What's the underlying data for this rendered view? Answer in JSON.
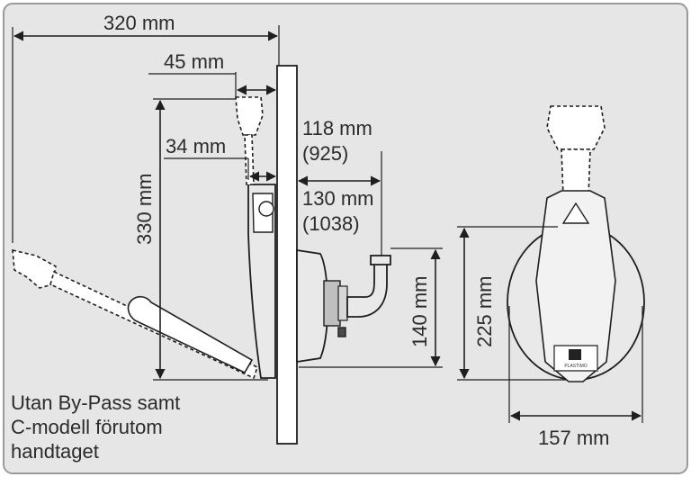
{
  "dimensions": {
    "overall_width": "320 mm",
    "handle_offset": "45 mm",
    "handle_gap": "34 mm",
    "height": "330 mm",
    "depth_925_mm": "118 mm",
    "depth_925_model": "(925)",
    "depth_1038_mm": "130 mm",
    "depth_1038_model": "(1038)",
    "outlet_height": "140 mm",
    "front_height": "225 mm",
    "front_width": "157 mm"
  },
  "note": {
    "line1": "Utan By-Pass samt",
    "line2": "C-modell förutom",
    "line3": "handtaget"
  },
  "logo": {
    "text": "PLASTIMO"
  }
}
